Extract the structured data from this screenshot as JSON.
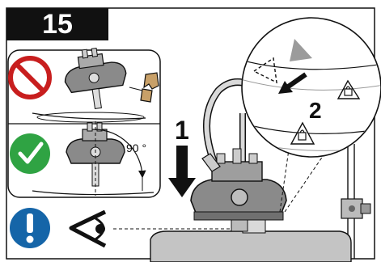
{
  "step": {
    "number": "15"
  },
  "colors": {
    "prohibited": "#c81e1e",
    "correct": "#2fa343",
    "notice": "#1565a8",
    "outline": "#111111",
    "part_gray": "#8a8a8a",
    "part_light": "#d9d9d9"
  },
  "panels": {
    "wrong": {
      "icon": "prohibited-icon"
    },
    "correct": {
      "icon": "checkmark-icon",
      "angle_label": "90 °"
    },
    "notice": {
      "icon": "exclamation-icon",
      "eye_icon": "eye-icon"
    }
  },
  "callouts": {
    "step_1": "1",
    "step_2": "2",
    "lock_icon": "padlock-icon"
  }
}
